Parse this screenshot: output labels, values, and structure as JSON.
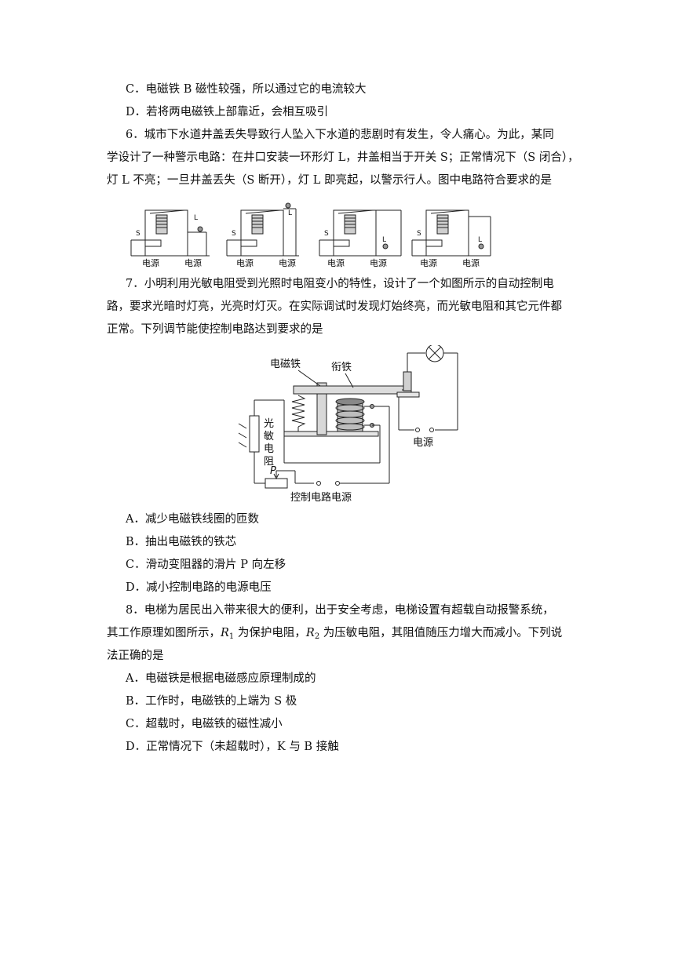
{
  "q5_options": {
    "c": "C．电磁铁 B 磁性较强，所以通过它的电流较大",
    "d": "D．若将两电磁铁上部靠近，会相互吸引"
  },
  "q6": {
    "line1": "6．城市下水道井盖丢失导致行人坠入下水道的悲剧时有发生，令人痛心。为此，某同",
    "line2": "学设计了一种警示电路：在井口安装一环形灯 L，井盖相当于开关 S；正常情况下（S 闭合），",
    "line3": "灯 L 不亮；一旦井盖丢失（S 断开），灯 L 即亮起，以警示行人。图中电路符合要求的是",
    "figure_labels": {
      "power": "电源",
      "switch": "S",
      "lamp": "L"
    }
  },
  "q7": {
    "line1": "7．小明利用光敏电阻受到光照时电阻变小的特性，设计了一个如图所示的自动控制电",
    "line2": "路，要求光暗时灯亮，光亮时灯灭。在实际调试时发现灯始终亮，而光敏电阻和其它元件都",
    "line3": "正常。下列调节能使控制电路达到要求的是",
    "figure_labels": {
      "electromagnet": "电磁铁",
      "armature": "衔铁",
      "photoresistor": [
        "光",
        "敏",
        "电",
        "阻"
      ],
      "slider": "P",
      "power": "电源",
      "control_power": "控制电路电源"
    },
    "options": {
      "a": "A．减少电磁铁线圈的匝数",
      "b": "B．抽出电磁铁的铁芯",
      "c": "C．滑动变阻器的滑片 P 向左移",
      "d": "D．减小控制电路的电源电压"
    }
  },
  "q8": {
    "line1": "8．电梯为居民出入带来很大的便利，出于安全考虑，电梯设置有超载自动报警系统，",
    "line2_a": "其工作原理如图所示，",
    "r1": "R",
    "r1_sub": "1",
    "line2_b": " 为保护电阻，",
    "r2": "R",
    "r2_sub": "2",
    "line2_c": " 为压敏电阻，其阻值随压力增大而减小。下列说",
    "line3": "法正确的是",
    "options": {
      "a": "A．电磁铁是根据电磁感应原理制成的",
      "b": "B．工作时，电磁铁的上端为 S 极",
      "c": "C．超载时，电磁铁的磁性减小",
      "d": "D．正常情况下（未超载时），K 与 B 接触"
    }
  }
}
